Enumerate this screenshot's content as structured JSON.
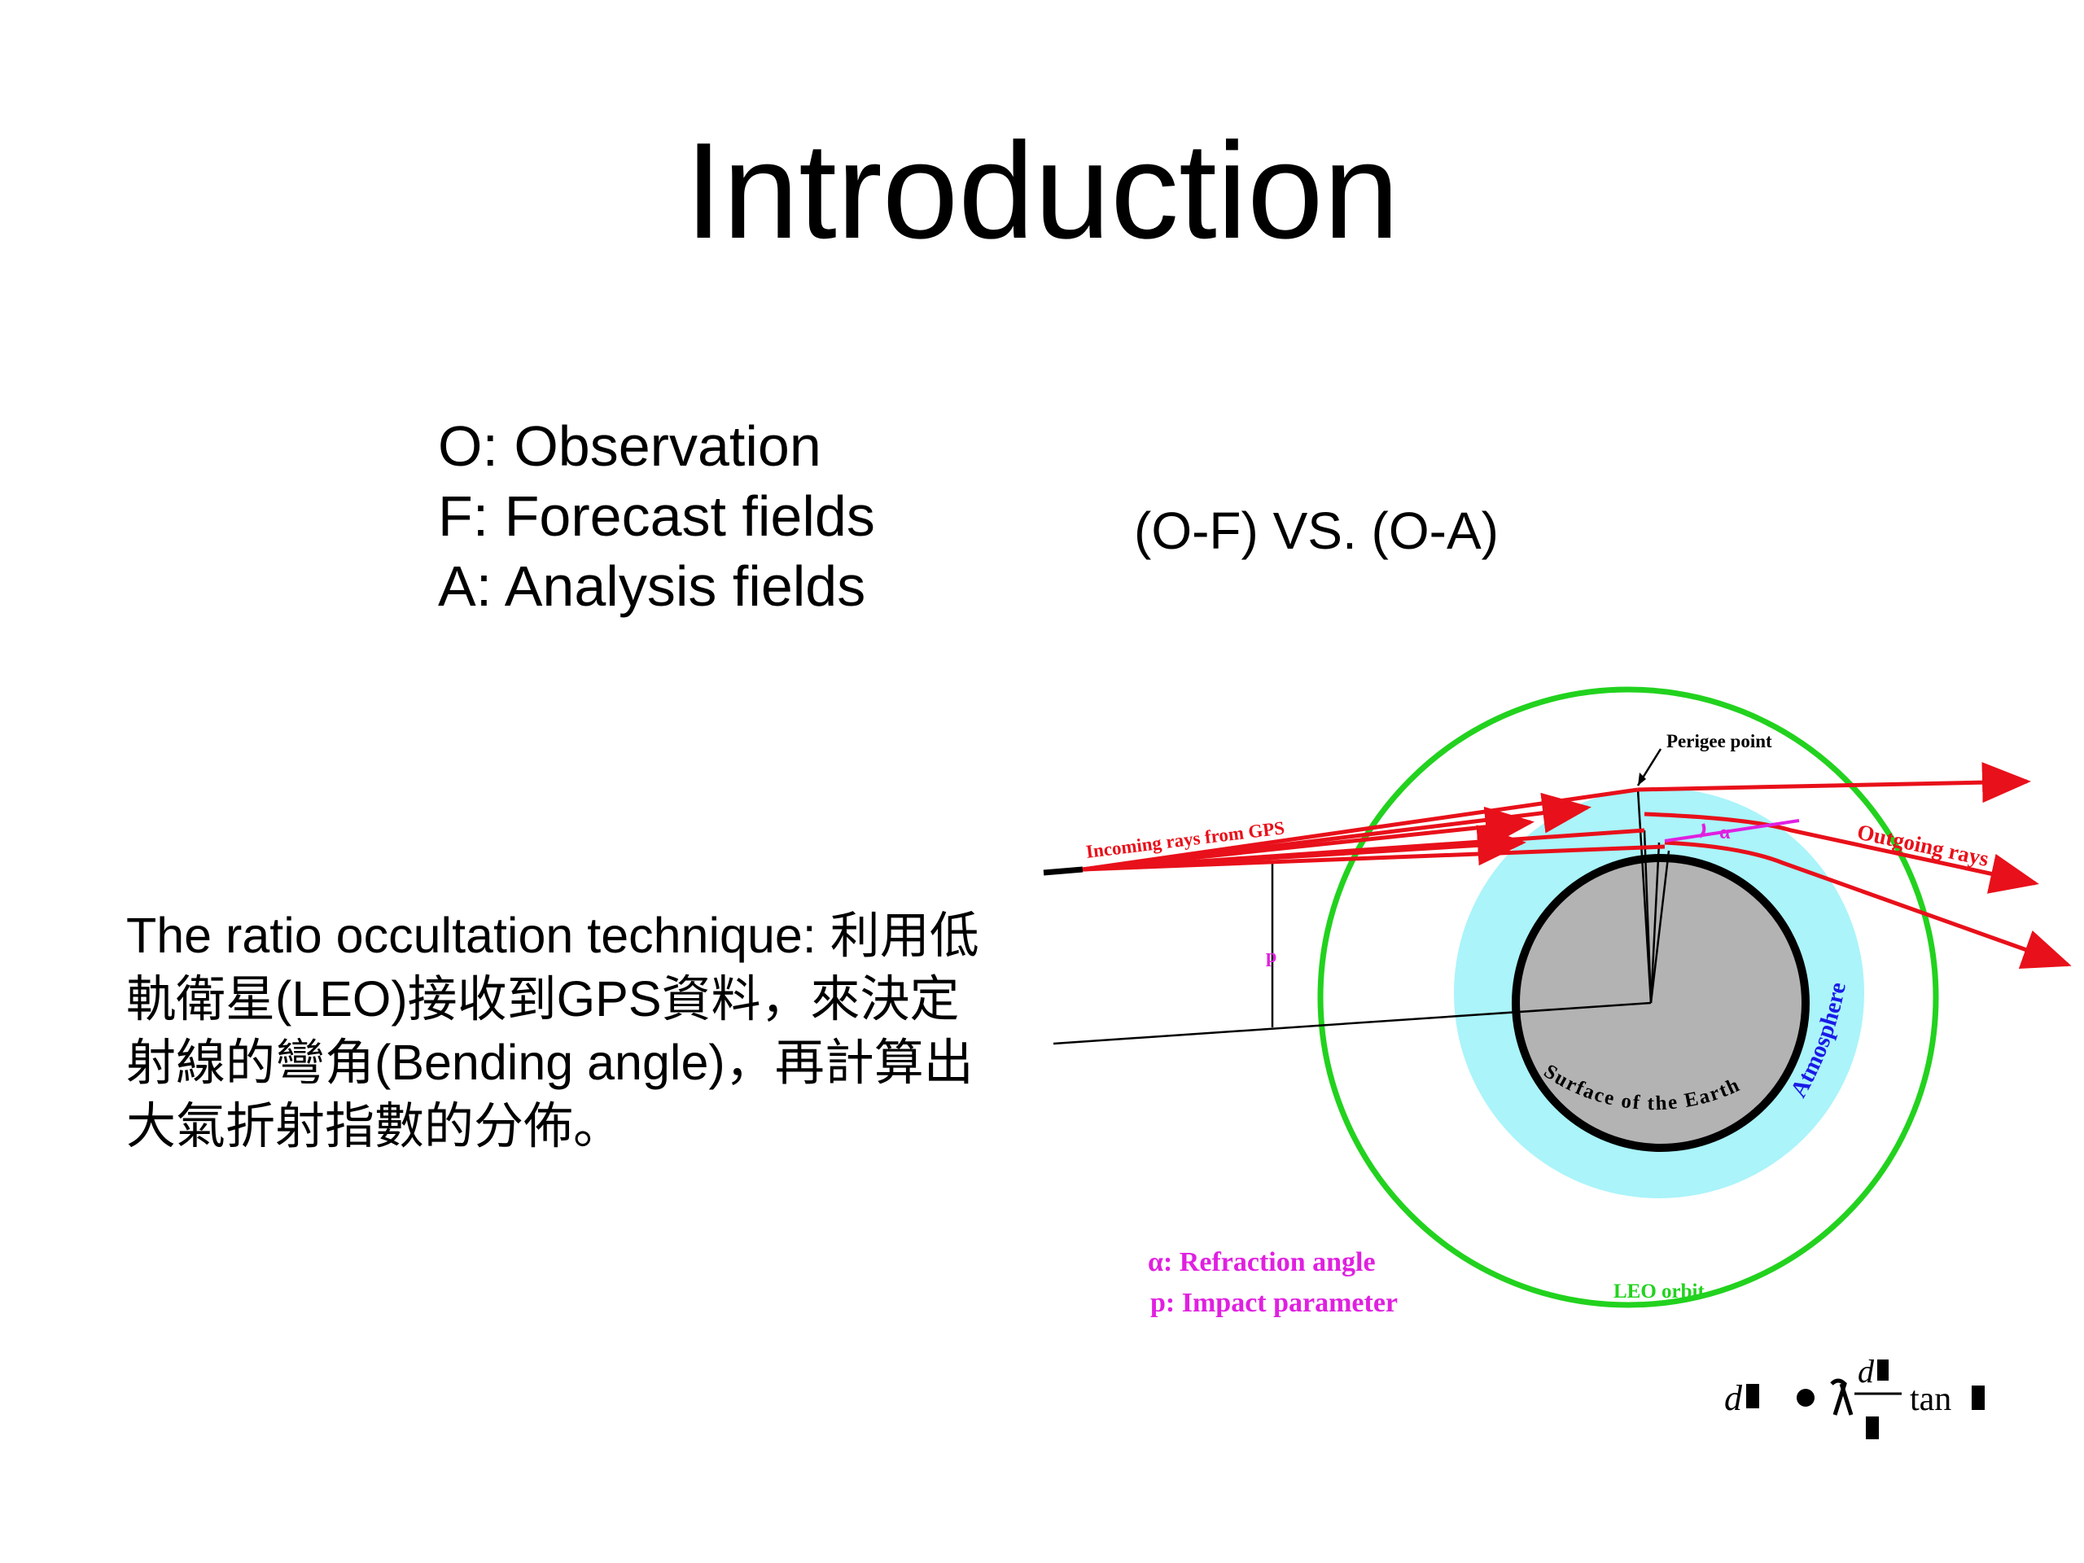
{
  "title": "Introduction",
  "definitions": [
    "O: Observation",
    "F: Forecast fields",
    "A: Analysis fields"
  ],
  "comparison": "(O-F) VS. (O-A)",
  "description_lines": [
    "The ratio occultation technique: 利用低",
    "軌衛星(LEO)接收到GPS資料，來決定",
    "射線的彎角(Bending angle)，再計算出",
    "大氣折射指數的分佈。"
  ],
  "diagram": {
    "perigee_label": "Perigee point",
    "incoming_label": "Incoming rays from GPS",
    "outgoing_label": "Outgoing rays",
    "p_label": "p",
    "alpha_symbol": "α",
    "atmosphere_label": "Atmosphere",
    "earth_label": "Surface of the Earth",
    "leo_label": "LEO orbit",
    "legend_alpha": "α: Refraction angle",
    "legend_p": "p: Impact parameter",
    "colors": {
      "rays": "#e8101a",
      "leo_orbit": "#22d21e",
      "atmosphere": "#aaf4fa",
      "earth": "#b3b3b3",
      "legend": "#e020e0",
      "atmosphere_label": "#1a1ae8"
    }
  },
  "formula": {
    "lhs": "d",
    "rhs_num": "d",
    "rhs_fn": "tan"
  }
}
